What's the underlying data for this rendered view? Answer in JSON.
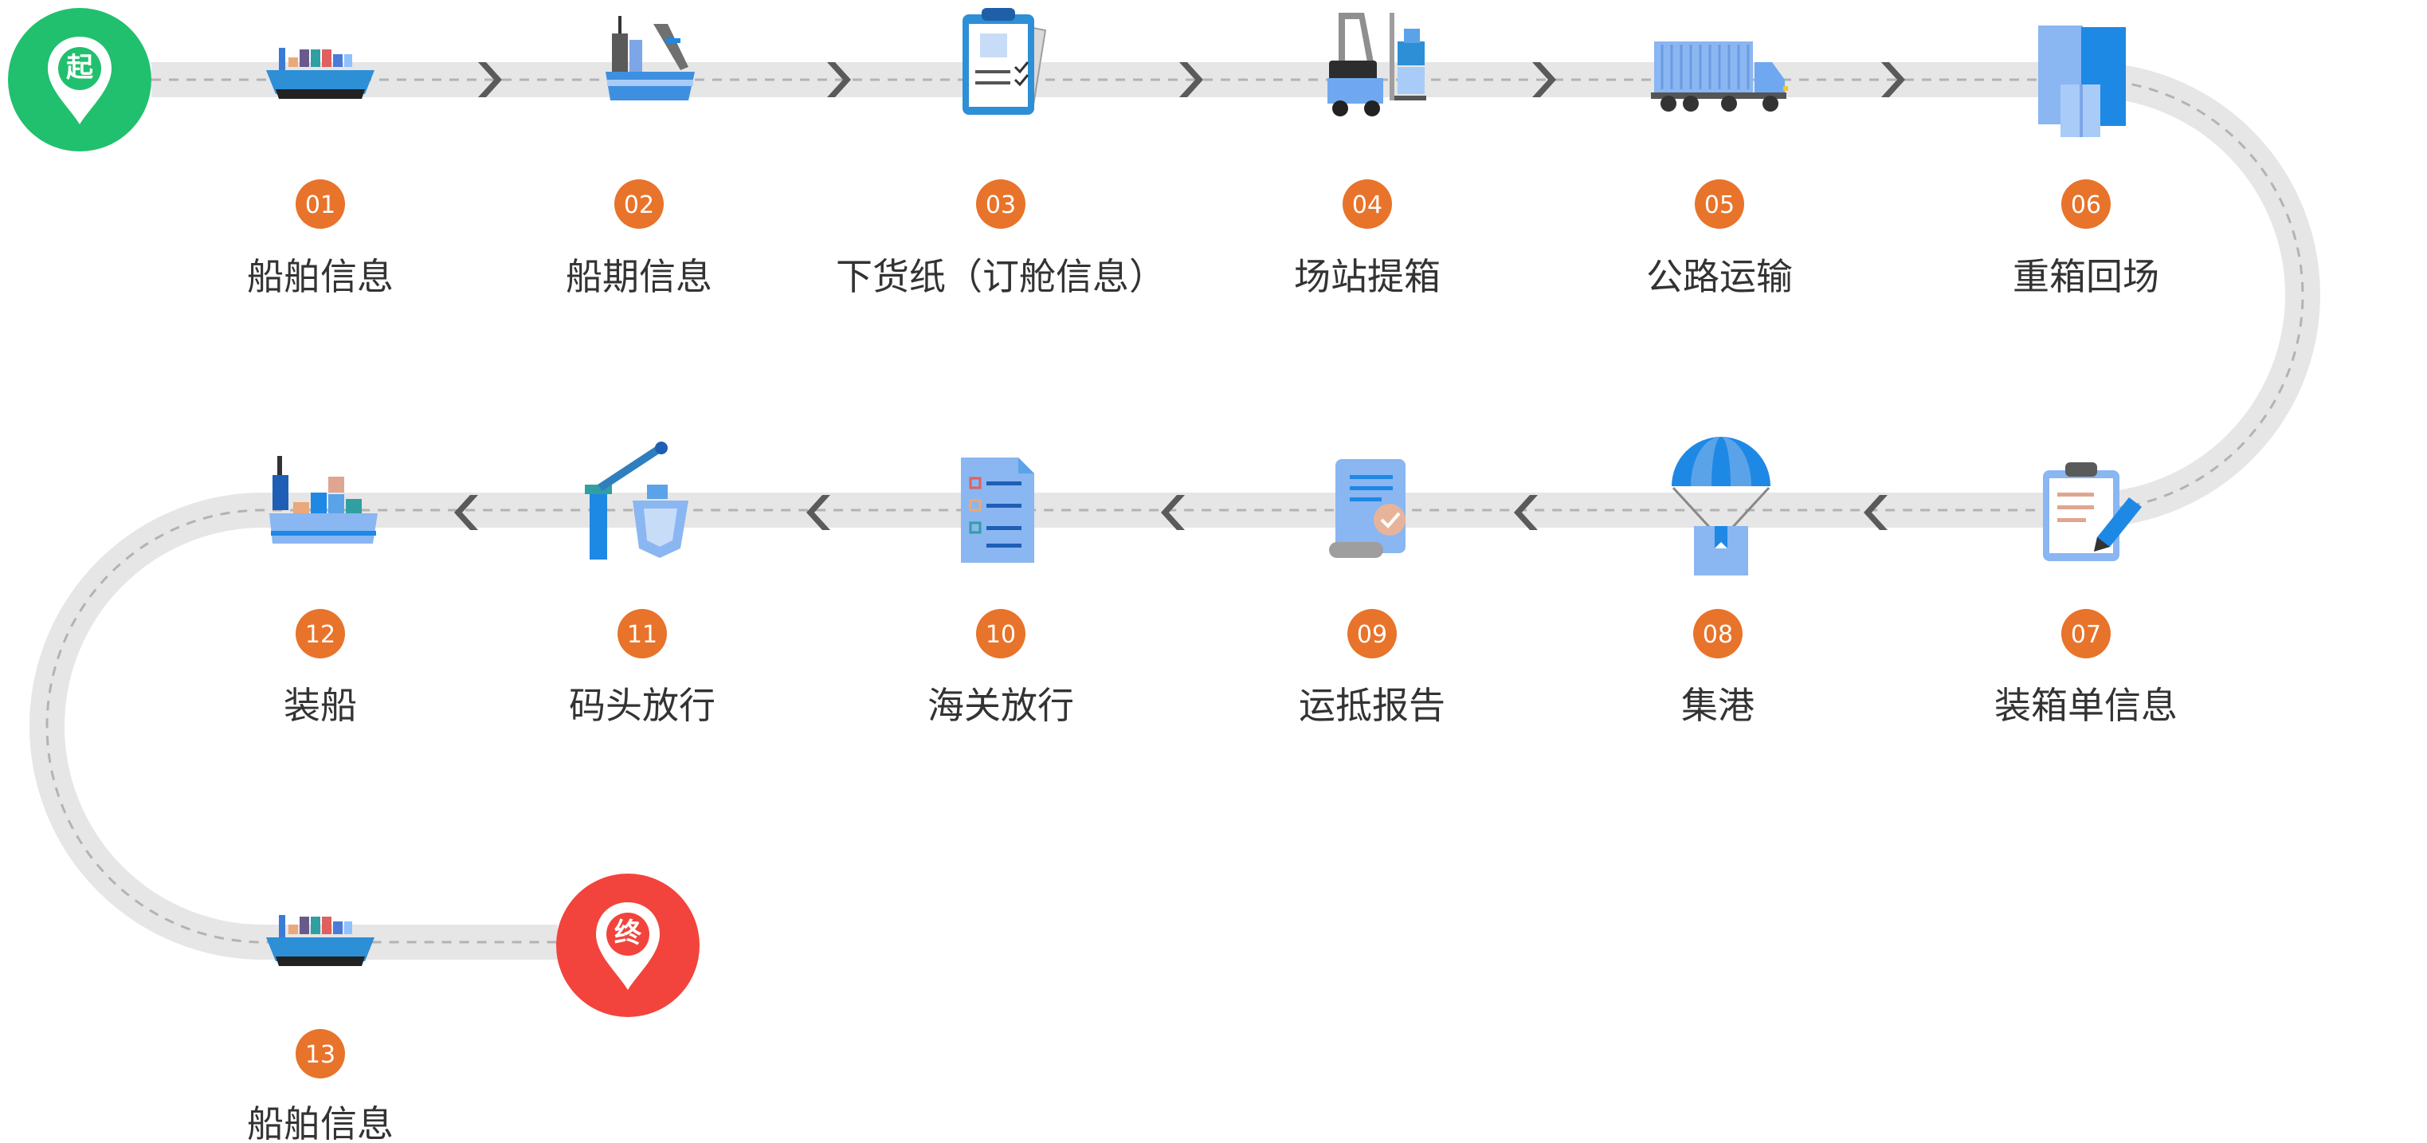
{
  "start_marker": {
    "text": "起",
    "color": "#21c06e"
  },
  "end_marker": {
    "text": "终",
    "color": "#f2443c"
  },
  "colors": {
    "track": "#e6e6e6",
    "dash": "#b3b3b3",
    "chevron": "#5a5a5a",
    "badge": "#e8732a",
    "label": "#333333"
  },
  "steps": [
    {
      "num": "01",
      "label": "船舶信息",
      "icon": "cargo-ship-icon"
    },
    {
      "num": "02",
      "label": "船期信息",
      "icon": "ship-crane-icon"
    },
    {
      "num": "03",
      "label": "下货纸（订舱信息）",
      "icon": "clipboard-documents-icon"
    },
    {
      "num": "04",
      "label": "场站提箱",
      "icon": "forklift-icon"
    },
    {
      "num": "05",
      "label": "公路运输",
      "icon": "container-truck-icon"
    },
    {
      "num": "06",
      "label": "重箱回场",
      "icon": "stacked-boxes-icon"
    },
    {
      "num": "07",
      "label": "装箱单信息",
      "icon": "clipboard-pen-icon"
    },
    {
      "num": "08",
      "label": "集港",
      "icon": "parachute-box-icon"
    },
    {
      "num": "09",
      "label": "运抵报告",
      "icon": "certificate-scroll-icon"
    },
    {
      "num": "10",
      "label": "海关放行",
      "icon": "checklist-document-icon"
    },
    {
      "num": "11",
      "label": "码头放行",
      "icon": "port-crane-ship-icon"
    },
    {
      "num": "12",
      "label": "装船",
      "icon": "loading-ship-icon"
    },
    {
      "num": "13",
      "label": "船舶信息",
      "icon": "cargo-ship-icon"
    }
  ]
}
